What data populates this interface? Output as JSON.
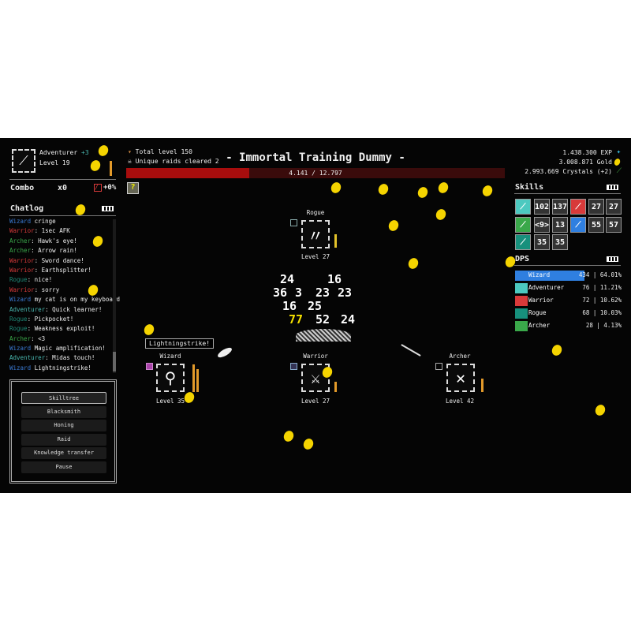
{
  "player": {
    "class": "Adventurer",
    "bonus": "+3",
    "level": "Level 19"
  },
  "combo": {
    "label": "Combo",
    "value": "x0",
    "bonus": "+0%"
  },
  "chatlog": {
    "title": "Chatlog",
    "messages": [
      {
        "who": "Wizard",
        "text": " cringe",
        "color": "#3a7bd5"
      },
      {
        "who": "Warrior",
        "text": ": 1sec AFK",
        "color": "#d83a3a"
      },
      {
        "who": "Archer",
        "text": ": Hawk's eye!",
        "color": "#3aa84a"
      },
      {
        "who": "Archer",
        "text": ": Arrow rain!",
        "color": "#3aa84a"
      },
      {
        "who": "Warrior",
        "text": ": Sword dance!",
        "color": "#d83a3a"
      },
      {
        "who": "Warrior",
        "text": ": Earthsplitter!",
        "color": "#d83a3a"
      },
      {
        "who": "Rogue",
        "text": ": nice!",
        "color": "#1f8a78"
      },
      {
        "who": "Warrior",
        "text": ": sorry",
        "color": "#d83a3a"
      },
      {
        "who": "Wizard",
        "text": " my cat is on my keyboard",
        "color": "#3a7bd5"
      },
      {
        "who": "Adventurer",
        "text": ": Quick learner!",
        "color": "#4ab8b0"
      },
      {
        "who": "Rogue",
        "text": ": Pickpocket!",
        "color": "#1f8a78"
      },
      {
        "who": "Rogue",
        "text": ": Weakness exploit!",
        "color": "#1f8a78"
      },
      {
        "who": "Archer",
        "text": ": <3",
        "color": "#3aa84a"
      },
      {
        "who": "Wizard",
        "text": " Magic amplification!",
        "color": "#3a7bd5"
      },
      {
        "who": "Adventurer",
        "text": ": Midas touch!",
        "color": "#4ab8b0"
      },
      {
        "who": "Wizard",
        "text": " Lightningstrike!",
        "color": "#3a7bd5"
      }
    ]
  },
  "menu": [
    "Skilltree",
    "Blacksmith",
    "Honing",
    "Raid",
    "Knowledge transfer",
    "Pause"
  ],
  "stats": {
    "total_level": "Total level 150",
    "raids": "Unique raids cleared 2"
  },
  "boss": {
    "name": "- Immortal Training Dummy -",
    "hp": "4.141 / 12.797",
    "hp_fraction": 0.324
  },
  "resources": {
    "exp": "1.438.300 EXP",
    "gold": "3.008.871 Gold",
    "crystals": "2.993.669 Crystals (+2)"
  },
  "skills": {
    "title": "Skills",
    "items": [
      "102",
      "137",
      "27",
      "27",
      "<9>",
      "13",
      "55",
      "57",
      "35",
      "35"
    ]
  },
  "dps": {
    "title": "DPS",
    "rows": [
      {
        "name": "Wizard",
        "value": "434 | 64.01%",
        "pct": 64.01,
        "color": "#2f7fe0"
      },
      {
        "name": "Adventurer",
        "value": "76 | 11.21%",
        "pct": 11.21,
        "color": "#4cc9c0"
      },
      {
        "name": "Warrior",
        "value": "72 | 10.62%",
        "pct": 10.62,
        "color": "#d83a3a"
      },
      {
        "name": "Rogue",
        "value": "68 | 10.03%",
        "pct": 10.03,
        "color": "#17907c"
      },
      {
        "name": "Archer",
        "value": "28 | 4.13%",
        "pct": 4.13,
        "color": "#3aa84a"
      }
    ]
  },
  "heroes": {
    "rogue": {
      "name": "Rogue",
      "level": "Level 27"
    },
    "wizard": {
      "name": "Wizard",
      "level": "Level 35"
    },
    "warrior": {
      "name": "Warrior",
      "level": "Level 27"
    },
    "archer": {
      "name": "Archer",
      "level": "Level 42"
    }
  },
  "tooltip": "Lightningstrike!",
  "damage": [
    "24",
    "16",
    "36",
    "3",
    "23",
    "23",
    "16",
    "25",
    "77",
    "52",
    "24"
  ]
}
